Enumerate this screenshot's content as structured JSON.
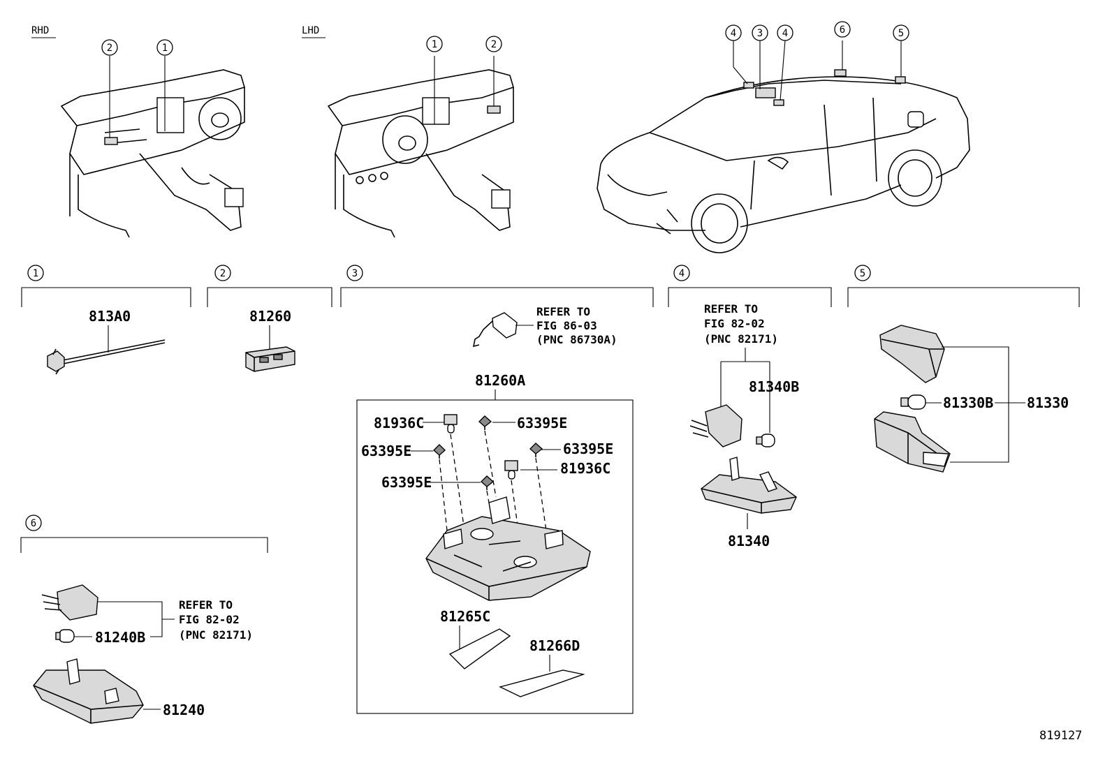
{
  "diagram": {
    "views": {
      "rhd_label": "RHD",
      "lhd_label": "LHD"
    },
    "location_callouts": {
      "rhd": [
        "2",
        "1"
      ],
      "lhd": [
        "1",
        "2"
      ],
      "car": [
        "4",
        "3",
        "4",
        "6",
        "5"
      ]
    },
    "sections": [
      {
        "number": "1",
        "parts": [
          {
            "code": "813A0"
          }
        ]
      },
      {
        "number": "2",
        "parts": [
          {
            "code": "81260"
          }
        ]
      },
      {
        "number": "3",
        "refer": [
          "REFER TO",
          "FIG 86-03",
          "(PNC 86730A)"
        ],
        "parts": [
          {
            "code": "81260A"
          },
          {
            "code": "81936C"
          },
          {
            "code": "63395E"
          },
          {
            "code": "63395E"
          },
          {
            "code": "63395E"
          },
          {
            "code": "81936C"
          },
          {
            "code": "63395E"
          },
          {
            "code": "81265C"
          },
          {
            "code": "81266D"
          }
        ]
      },
      {
        "number": "4",
        "refer": [
          "REFER TO",
          "FIG 82-02",
          "(PNC 82171)"
        ],
        "parts": [
          {
            "code": "81340B"
          },
          {
            "code": "81340"
          }
        ]
      },
      {
        "number": "5",
        "parts": [
          {
            "code": "81330B"
          },
          {
            "code": "81330"
          }
        ]
      },
      {
        "number": "6",
        "refer": [
          "REFER TO",
          "FIG 82-02",
          "(PNC 82171)"
        ],
        "parts": [
          {
            "code": "81240B"
          },
          {
            "code": "81240"
          }
        ]
      }
    ],
    "figure_number": "819127"
  }
}
